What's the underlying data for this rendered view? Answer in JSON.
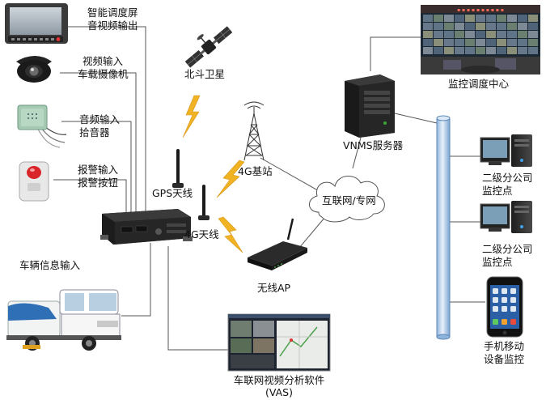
{
  "labels": {
    "smart_screen": "智能调度屏",
    "av_output": "音视频输出",
    "video_input": "视频输入",
    "car_camera": "车载摄像机",
    "audio_input": "音频输入",
    "pickup": "拾音器",
    "alarm_input": "报警输入",
    "alarm_button": "报警按钮",
    "vehicle_info_input": "车辆信息输入",
    "beidou": "北斗卫星",
    "gps_antenna": "GPS天线",
    "base_station": "4G基站",
    "antenna_4g": "4G天线",
    "internet": "互联网/专网",
    "wireless_ap": "无线AP",
    "vnms_server": "VNMS服务器",
    "monitor_center": "监控调度中心",
    "sub_company_1_l1": "二级分公司",
    "sub_company_1_l2": "监控点",
    "sub_company_2_l1": "二级分公司",
    "sub_company_2_l2": "监控点",
    "mobile_l1": "手机移动",
    "mobile_l2": "设备监控",
    "vas_l1": "车联网视频分析软件",
    "vas_l2": "(VAS)"
  },
  "icons": {
    "satellite": "satellite-icon",
    "tower": "cell-tower-icon",
    "cloud": "cloud-icon",
    "server": "server-icon",
    "router": "router-icon",
    "mdvr": "mdvr-icon",
    "truck": "sweeper-truck-icon",
    "phone": "smartphone-icon",
    "pc": "desktop-pc-icon",
    "signal": "lightning-signal-icon"
  },
  "colors": {
    "line": "#555555",
    "signal": "#f0b323",
    "bus": "#b7d1ec",
    "server": "#2a2a2a",
    "alarm_red": "#d9242a"
  }
}
